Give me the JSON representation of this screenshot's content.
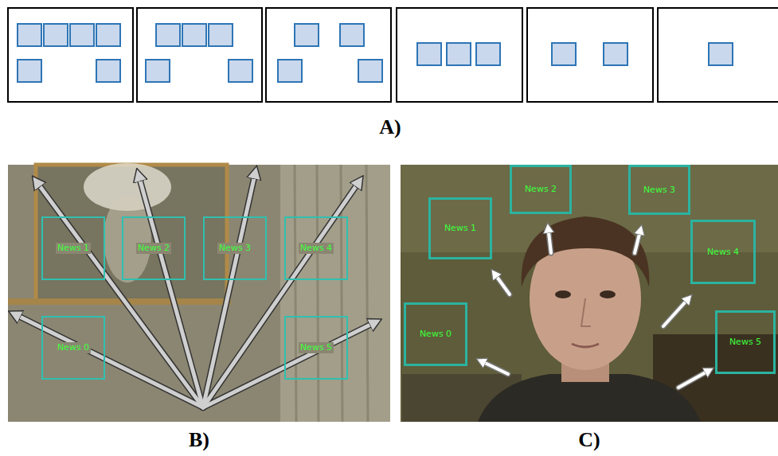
{
  "diagram": {
    "nodes": [
      {
        "text": [
          "News 1"
        ]
      },
      {
        "text": [
          "News 2"
        ]
      },
      {
        "text": [
          "News 3"
        ]
      },
      {
        "text": [
          "News 4"
        ]
      },
      {
        "text": [
          "News 0"
        ]
      },
      {
        "text": [
          "News 5"
        ]
      },
      {
        "text": [
          "News 2"
        ]
      },
      {
        "text": [
          "News 3"
        ]
      },
      {
        "text": [
          "News 1"
        ]
      },
      {
        "text": [
          "News 4"
        ]
      },
      {
        "text": [
          "News 0"
        ]
      },
      {
        "text": [
          "News 5"
        ]
      }
    ],
    "labels": [
      "A)",
      "B)",
      "C)"
    ]
  }
}
